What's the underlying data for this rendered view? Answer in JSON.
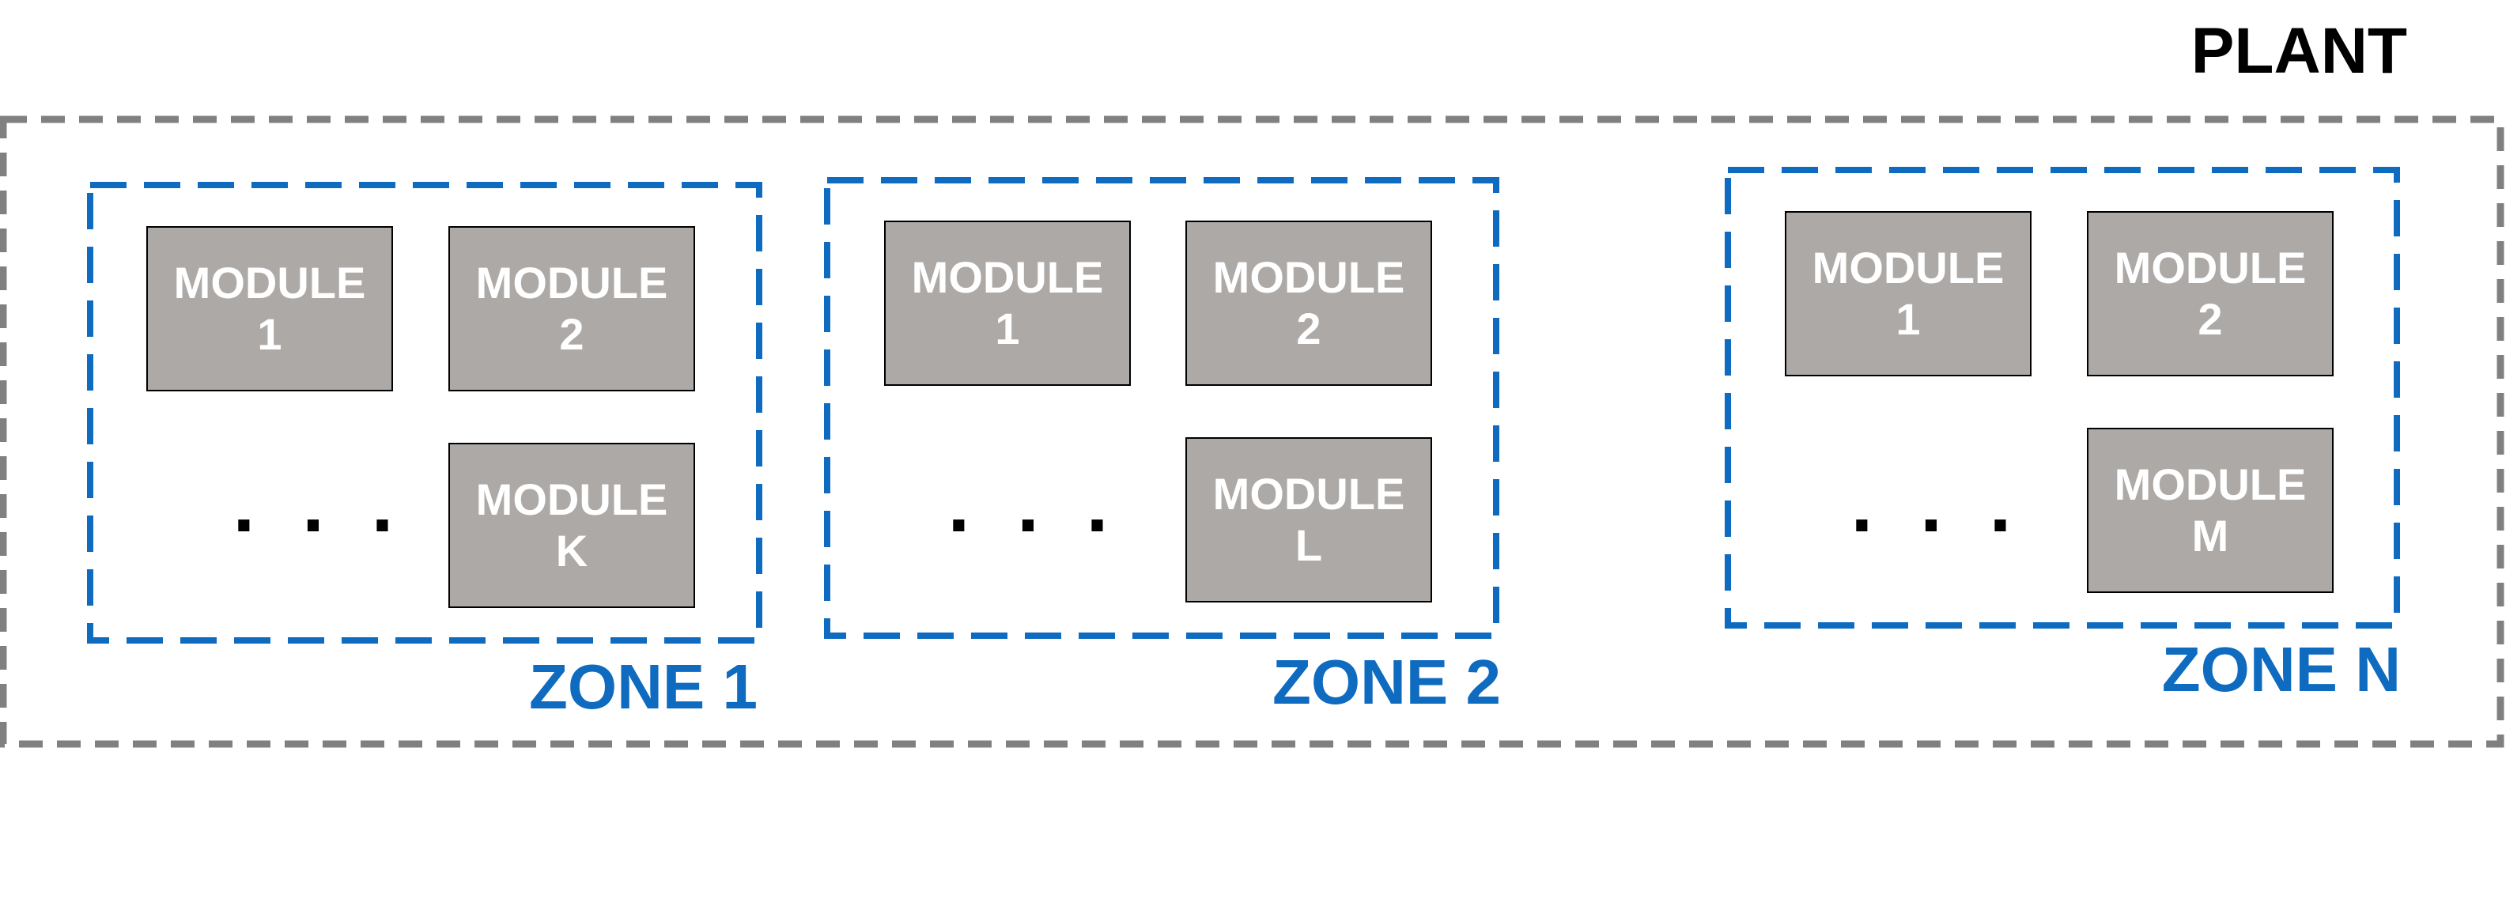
{
  "plant": {
    "label": "PLANT"
  },
  "colors": {
    "plant_border": "#808080",
    "zone_border": "#0E6BBF",
    "module_fill": "#ADA9A7",
    "module_border": "#000000",
    "module_text": "#FFFFFF"
  },
  "zones": [
    {
      "label": "ZONE 1",
      "modules": [
        {
          "line1": "MODULE",
          "line2": "1"
        },
        {
          "line1": "MODULE",
          "line2": "2"
        },
        {
          "line1": "MODULE",
          "line2": "K"
        }
      ],
      "ellipsis": ". . ."
    },
    {
      "label": "ZONE 2",
      "modules": [
        {
          "line1": "MODULE",
          "line2": "1"
        },
        {
          "line1": "MODULE",
          "line2": "2"
        },
        {
          "line1": "MODULE",
          "line2": "L"
        }
      ],
      "ellipsis": ". . ."
    },
    {
      "label": "ZONE N",
      "modules": [
        {
          "line1": "MODULE",
          "line2": "1"
        },
        {
          "line1": "MODULE",
          "line2": "2"
        },
        {
          "line1": "MODULE",
          "line2": "M"
        }
      ],
      "ellipsis": ". . ."
    }
  ]
}
